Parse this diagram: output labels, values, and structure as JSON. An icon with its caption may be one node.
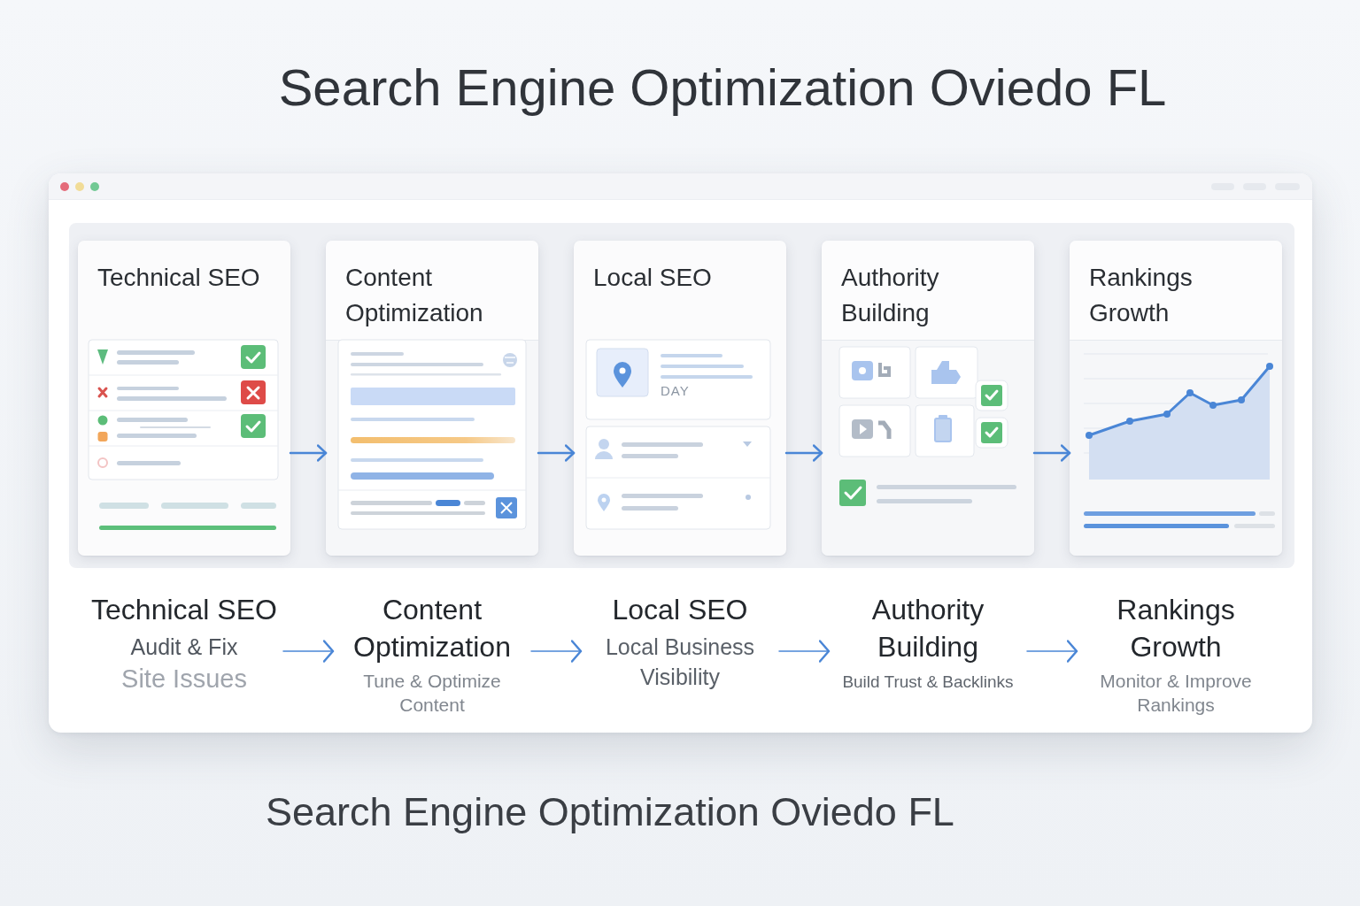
{
  "diagram": {
    "title": "Search Engine Optimization Oviedo FL",
    "nodes": [
      {
        "text": [
          "Technical SEO"
        ]
      },
      {
        "text": [
          "Content Optimization"
        ]
      },
      {
        "text": [
          "Local SEO"
        ]
      },
      {
        "text": [
          "Authority Building"
        ]
      },
      {
        "text": [
          "Rankings Growth"
        ]
      },
      {
        "text": [
          "Technical SEO",
          "Audit & Fix",
          "Site Issues"
        ]
      },
      {
        "text": [
          "Content Optimization",
          "Tune & Optimize Content"
        ]
      },
      {
        "text": [
          "Local SEO",
          "Local Business Visibility"
        ]
      },
      {
        "text": [
          "Authority Building",
          "Build Trust & Backlinks"
        ]
      },
      {
        "text": [
          "Rankings Growth",
          "Monitor & Improve Rankings"
        ]
      }
    ],
    "edges": [
      {
        "from": 0,
        "to": 1,
        "arrow": "to"
      },
      {
        "from": 1,
        "to": 2,
        "arrow": "to"
      },
      {
        "from": 2,
        "to": 3,
        "arrow": "to"
      },
      {
        "from": 3,
        "to": 4,
        "arrow": "to"
      },
      {
        "from": 5,
        "to": 6,
        "arrow": "to"
      },
      {
        "from": 6,
        "to": 7,
        "arrow": "to"
      },
      {
        "from": 7,
        "to": 8,
        "arrow": "to"
      },
      {
        "from": 8,
        "to": 9,
        "arrow": "to"
      }
    ],
    "labels": [
      "DAY"
    ],
    "caption": "Search Engine Optimization Oviedo FL"
  }
}
